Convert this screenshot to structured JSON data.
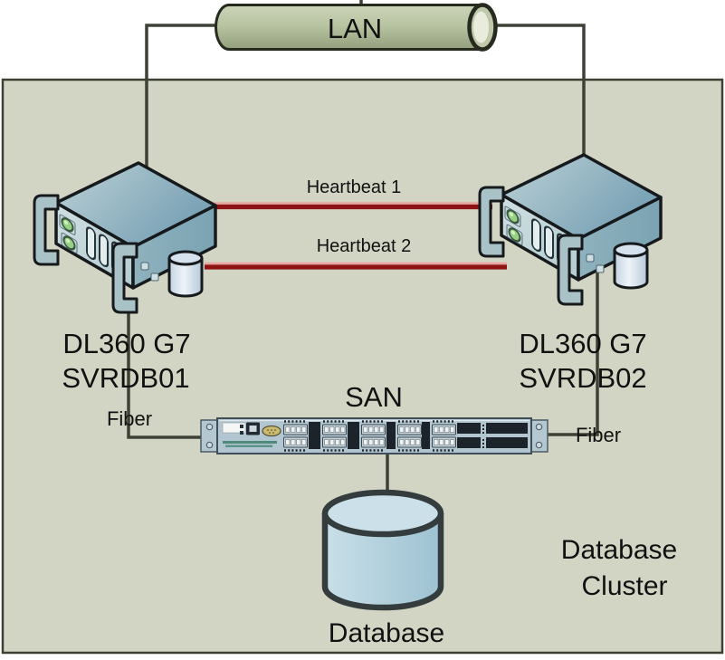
{
  "lan": {
    "label": "LAN"
  },
  "servers": [
    {
      "model": "DL360 G7",
      "name": "SVRDB01",
      "fiber_label": "Fiber"
    },
    {
      "model": "DL360 G7",
      "name": "SVRDB02",
      "fiber_label": "Fiber"
    }
  ],
  "heartbeats": [
    {
      "label": "Heartbeat 1"
    },
    {
      "label": "Heartbeat 2"
    }
  ],
  "san": {
    "label": "SAN"
  },
  "database": {
    "label": "Database"
  },
  "cluster_caption": {
    "line1": "Database",
    "line2": "Cluster"
  },
  "colors": {
    "panel_bg": "#d2d5c3",
    "panel_border": "#3c4134",
    "connector": "#3d4136",
    "heartbeat_red": "#8e1313",
    "heartbeat_highlight": "#e8a5a0",
    "lan_fill": "#b7c2a0",
    "server_fill": "#9fbcc6",
    "switch_fill": "#b2c6d1",
    "database_fill": "#b7d3df",
    "text": "#111111"
  }
}
